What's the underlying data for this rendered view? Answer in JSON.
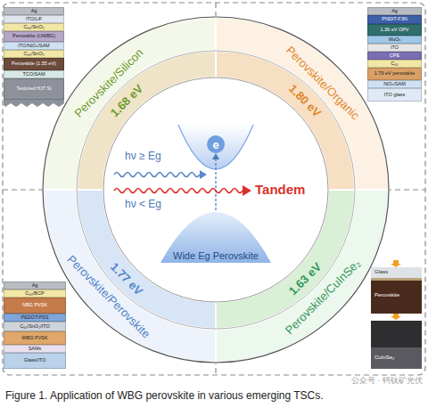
{
  "diagram": {
    "caption": "Figure 1. Application of WBG perovskite in various emerging TSCs.",
    "nodes": [
      {
        "text": [
          "Ag"
        ]
      },
      {
        "text": [
          "ITO/LiF"
        ]
      },
      {
        "text": [
          "C₆₀/SnO₂"
        ]
      },
      {
        "text": [
          "Perovskite (UWBG)"
        ]
      },
      {
        "text": [
          "ITO/NiOₓ/SAM"
        ]
      },
      {
        "text": [
          "C₆₀/SnO₂"
        ]
      },
      {
        "text": [
          "Perovskite (1.55 eV)"
        ]
      },
      {
        "text": [
          "TCO/SAM"
        ]
      },
      {
        "text": [
          "Textured HJT Si"
        ]
      },
      {
        "text": [
          "Perovskite/Silicon"
        ]
      },
      {
        "text": [
          "1.68 eV"
        ]
      },
      {
        "text": [
          "Perovskite/Organic"
        ]
      },
      {
        "text": [
          "1.80 eV"
        ]
      },
      {
        "text": [
          "Ag"
        ]
      },
      {
        "text": [
          "PNDIT-F3N"
        ]
      },
      {
        "text": [
          "1.36 eV OPV"
        ]
      },
      {
        "text": [
          "MoOₓ"
        ]
      },
      {
        "text": [
          "ITO"
        ]
      },
      {
        "text": [
          "CPE"
        ]
      },
      {
        "text": [
          "C₆₀"
        ]
      },
      {
        "text": [
          "1.79 eV perovskite"
        ]
      },
      {
        "text": [
          "NiOₓ/SAM"
        ]
      },
      {
        "text": [
          "ITO glass"
        ]
      },
      {
        "text": [
          "e"
        ]
      },
      {
        "text": [
          "Ag"
        ]
      },
      {
        "text": [
          "C₆₀/BCP"
        ]
      },
      {
        "text": [
          "NBG PVSK"
        ]
      },
      {
        "text": [
          "PEDOT:PSS"
        ]
      },
      {
        "text": [
          "C₆₀/SnO₂/ITO"
        ]
      },
      {
        "text": [
          "WBG PVSK"
        ]
      },
      {
        "text": [
          "SAMs"
        ]
      },
      {
        "text": [
          "Glass/ITO"
        ]
      },
      {
        "text": [
          "1.77 eV"
        ]
      },
      {
        "text": [
          "Perovskite/Perovskite"
        ]
      },
      {
        "text": [
          "1.63 eV"
        ]
      },
      {
        "text": [
          "Perovskite/CuInSe₂"
        ]
      }
    ],
    "labels": [
      "hν ≥ Eg",
      "hν < Eg",
      "Tandem",
      "Wide Eg Perovskite",
      "Glass",
      "Perovskite",
      "CuInSe₂",
      "公众号 · 钙钛矿光伏"
    ]
  }
}
